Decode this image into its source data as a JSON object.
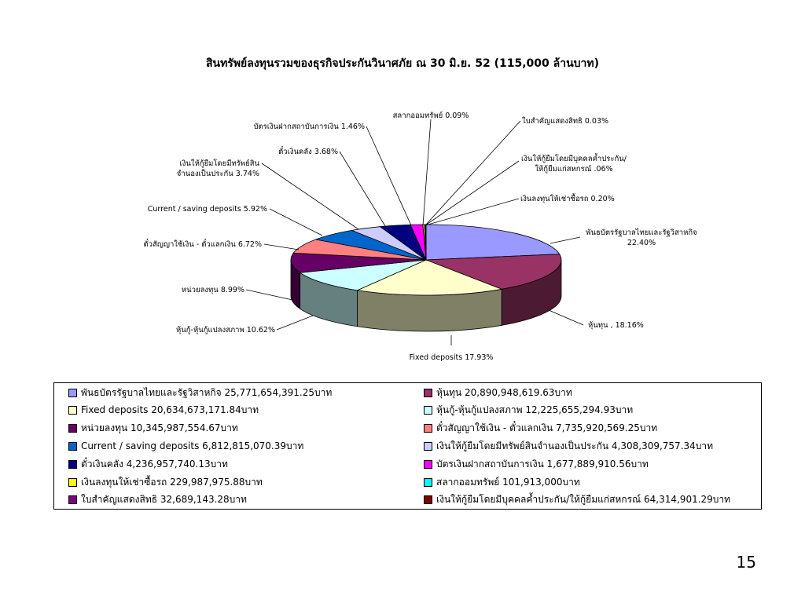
{
  "page_number": "15",
  "chart_data": {
    "type": "pie",
    "title": "สินทรัพย์ลงทุนรวมของธุรกิจประกันวินาศภัย ณ 30 มิ.ย. 52 (115,000 ล้านบาท)",
    "slices": [
      {
        "label": "พันธบัตรรัฐบาลไทยและรัฐวิสาหกิจ",
        "callout": [
          "พันธบัตรรัฐบาลไทยและรัฐวิสาหกิจ",
          "22.40%"
        ],
        "percent": 22.4,
        "legend": "พันธบัตรรัฐบาลไทยและรัฐวิสาหกิจ 25,771,654,391.25บาท",
        "color": "#9999ff"
      },
      {
        "label": "หุ้นทุน",
        "callout": [
          "หุ้นทุน , 18.16%"
        ],
        "percent": 18.16,
        "legend": "หุ้นทุน 20,890,948,619.63บาท",
        "color": "#993366"
      },
      {
        "label": "Fixed deposits",
        "callout": [
          "Fixed deposits  17.93%"
        ],
        "percent": 17.93,
        "legend": "Fixed deposits  20,634,673,171.84บาท",
        "color": "#ffffcc"
      },
      {
        "label": "หุ้นกู้-หุ้นกู้แปลงสภาพ",
        "callout": [
          "หุ้นกู้-หุ้นกู้แปลงสภาพ   10.62%"
        ],
        "percent": 10.62,
        "legend": "หุ้นกู้-หุ้นกู้แปลงสภาพ   12,225,655,294.93บาท",
        "color": "#ccffff"
      },
      {
        "label": "หน่วยลงทุน",
        "callout": [
          "หน่วยลงทุน  8.99%"
        ],
        "percent": 8.99,
        "legend": "หน่วยลงทุน 10,345,987,554.67บาท",
        "color": "#660066"
      },
      {
        "label": "ตั๋วสัญญาใช้เงิน - ตั๋วแลกเงิน",
        "callout": [
          "ตั๋วสัญญาใช้เงิน - ตั๋วแลกเงิน   6.72%"
        ],
        "percent": 6.72,
        "legend": "ตั๋วสัญญาใช้เงิน - ตั๋วแลกเงิน  7,735,920,569.25บาท",
        "color": "#ff8080"
      },
      {
        "label": "Current / saving deposits",
        "callout": [
          "Current / saving deposits  5.92%"
        ],
        "percent": 5.92,
        "legend": "Current / saving deposits 6,812,815,070.39บาท",
        "color": "#0066cc"
      },
      {
        "label": "เงินให้กู้ยืมโดยมีทรัพย์สินจำนองเป็นประกัน",
        "callout": [
          "เงินให้กู้ยืมโดยมีทรัพย์สิน",
          "จำนองเป็นประกัน  3.74%"
        ],
        "percent": 3.74,
        "legend": "เงินให้กู้ยืมโดยมีทรัพย์สินจำนองเป็นประกัน 4,308,309,757.34บาท",
        "color": "#ccccff"
      },
      {
        "label": "ตั๋วเงินคลัง",
        "callout": [
          "ตั๋วเงินคลัง 3.68%"
        ],
        "percent": 3.68,
        "legend": "ตั๋วเงินคลัง 4,236,957,740.13บาท",
        "color": "#000080"
      },
      {
        "label": "บัตรเงินฝากสถาบันการเงิน",
        "callout": [
          "บัตรเงินฝากสถาบันการเงิน  1.46%"
        ],
        "percent": 1.46,
        "legend": "บัตรเงินฝากสถาบันการเงิน 1,677,889,910.56บาท",
        "color": "#ff00ff"
      },
      {
        "label": "เงินลงทุนให้เช่าซื้อรถ",
        "callout": [
          "เงินลงทุนให้เช่าซื้อรถ  0.20%"
        ],
        "percent": 0.2,
        "legend": "เงินลงทุนให้เช่าซื้อรถ 229,987,975.88บาท",
        "color": "#ffff00"
      },
      {
        "label": "สลากออมทรัพย์",
        "callout": [
          "สลากออมทรัพย์ 0.09%"
        ],
        "percent": 0.09,
        "legend": "สลากออมทรัพย์ 101,913,000บาท",
        "color": "#00ffff"
      },
      {
        "label": "ใบสำคัญแสดงสิทธิ",
        "callout": [
          "ใบสำคัญแสดงสิทธิ  0.03%"
        ],
        "percent": 0.03,
        "legend": "ใบสำคัญแสดงสิทธิ 32,689,143.28บาท",
        "color": "#800080"
      },
      {
        "label": "เงินให้กู้ยืมโดยมีบุคคลค้ำประกัน/ให้กู้ยืมแก่สหกรณ์",
        "callout": [
          "เงินให้กู้ยืมโดยมีบุคคลค้ำประกัน/",
          "ให้กู้ยืมแก่สหกรณ์ .06%"
        ],
        "percent": 0.06,
        "legend": "เงินให้กู้ยืมโดยมีบุคคลค้ำประกัน/ให้กู้ยืมแก่สหกรณ์ 64,314,901.29บาท",
        "color": "#800000"
      }
    ]
  }
}
